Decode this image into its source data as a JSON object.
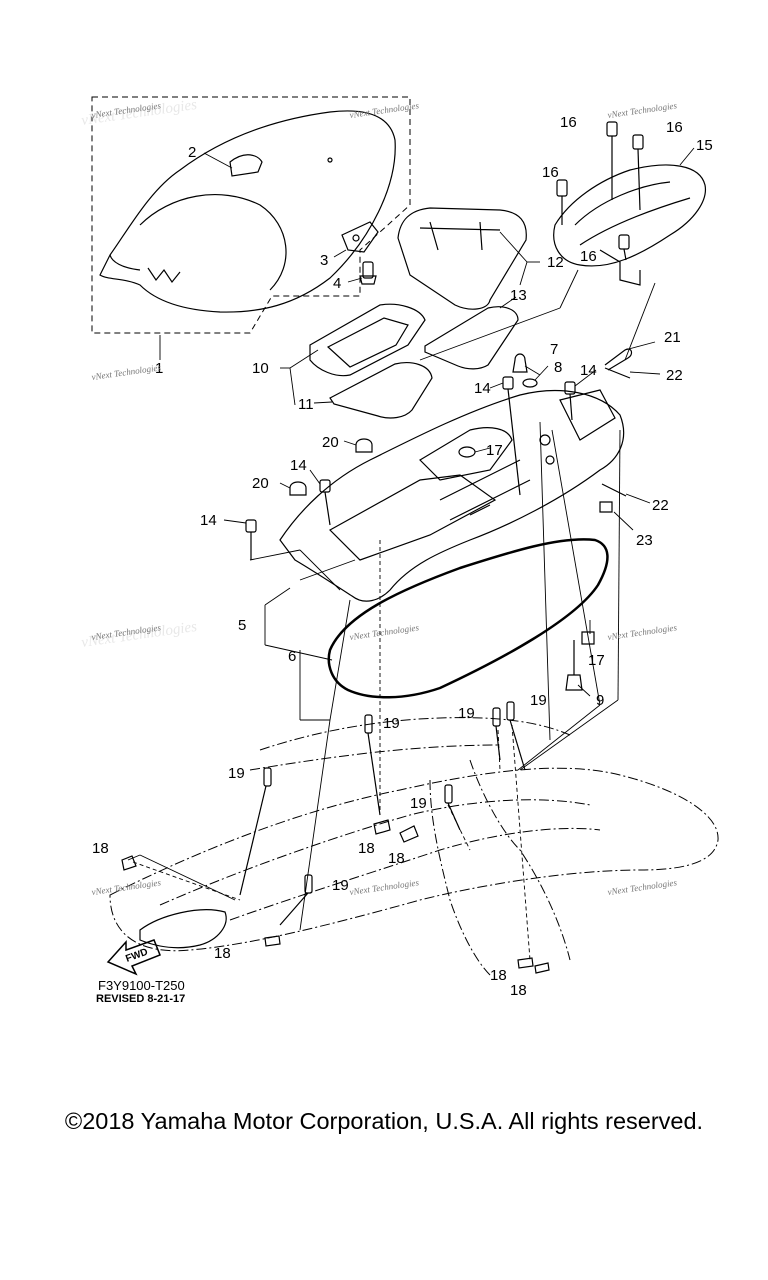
{
  "callouts": {
    "c1": "1",
    "c2": "2",
    "c3": "3",
    "c4": "4",
    "c5": "5",
    "c6": "6",
    "c7": "7",
    "c8": "8",
    "c9": "9",
    "c10": "10",
    "c11": "11",
    "c12": "12",
    "c13": "13",
    "c14a": "14",
    "c14b": "14",
    "c14c": "14",
    "c14d": "14",
    "c15": "15",
    "c16a": "16",
    "c16b": "16",
    "c16c": "16",
    "c16d": "16",
    "c17a": "17",
    "c17b": "17",
    "c18a": "18",
    "c18b": "18",
    "c18c": "18",
    "c18d": "18",
    "c18e": "18",
    "c18f": "18",
    "c19a": "19",
    "c19b": "19",
    "c19c": "19",
    "c19d": "19",
    "c19e": "19",
    "c19f": "19",
    "c20a": "20",
    "c20b": "20",
    "c21": "21",
    "c22a": "22",
    "c22b": "22",
    "c23": "23"
  },
  "watermark": "vNext Technologies",
  "fwd_label": "FWD",
  "diagram_code": "F3Y9100-T250",
  "revision": "REVISED 8-21-17",
  "copyright": "©2018 Yamaha Motor Corporation, U.S.A. All rights reserved."
}
